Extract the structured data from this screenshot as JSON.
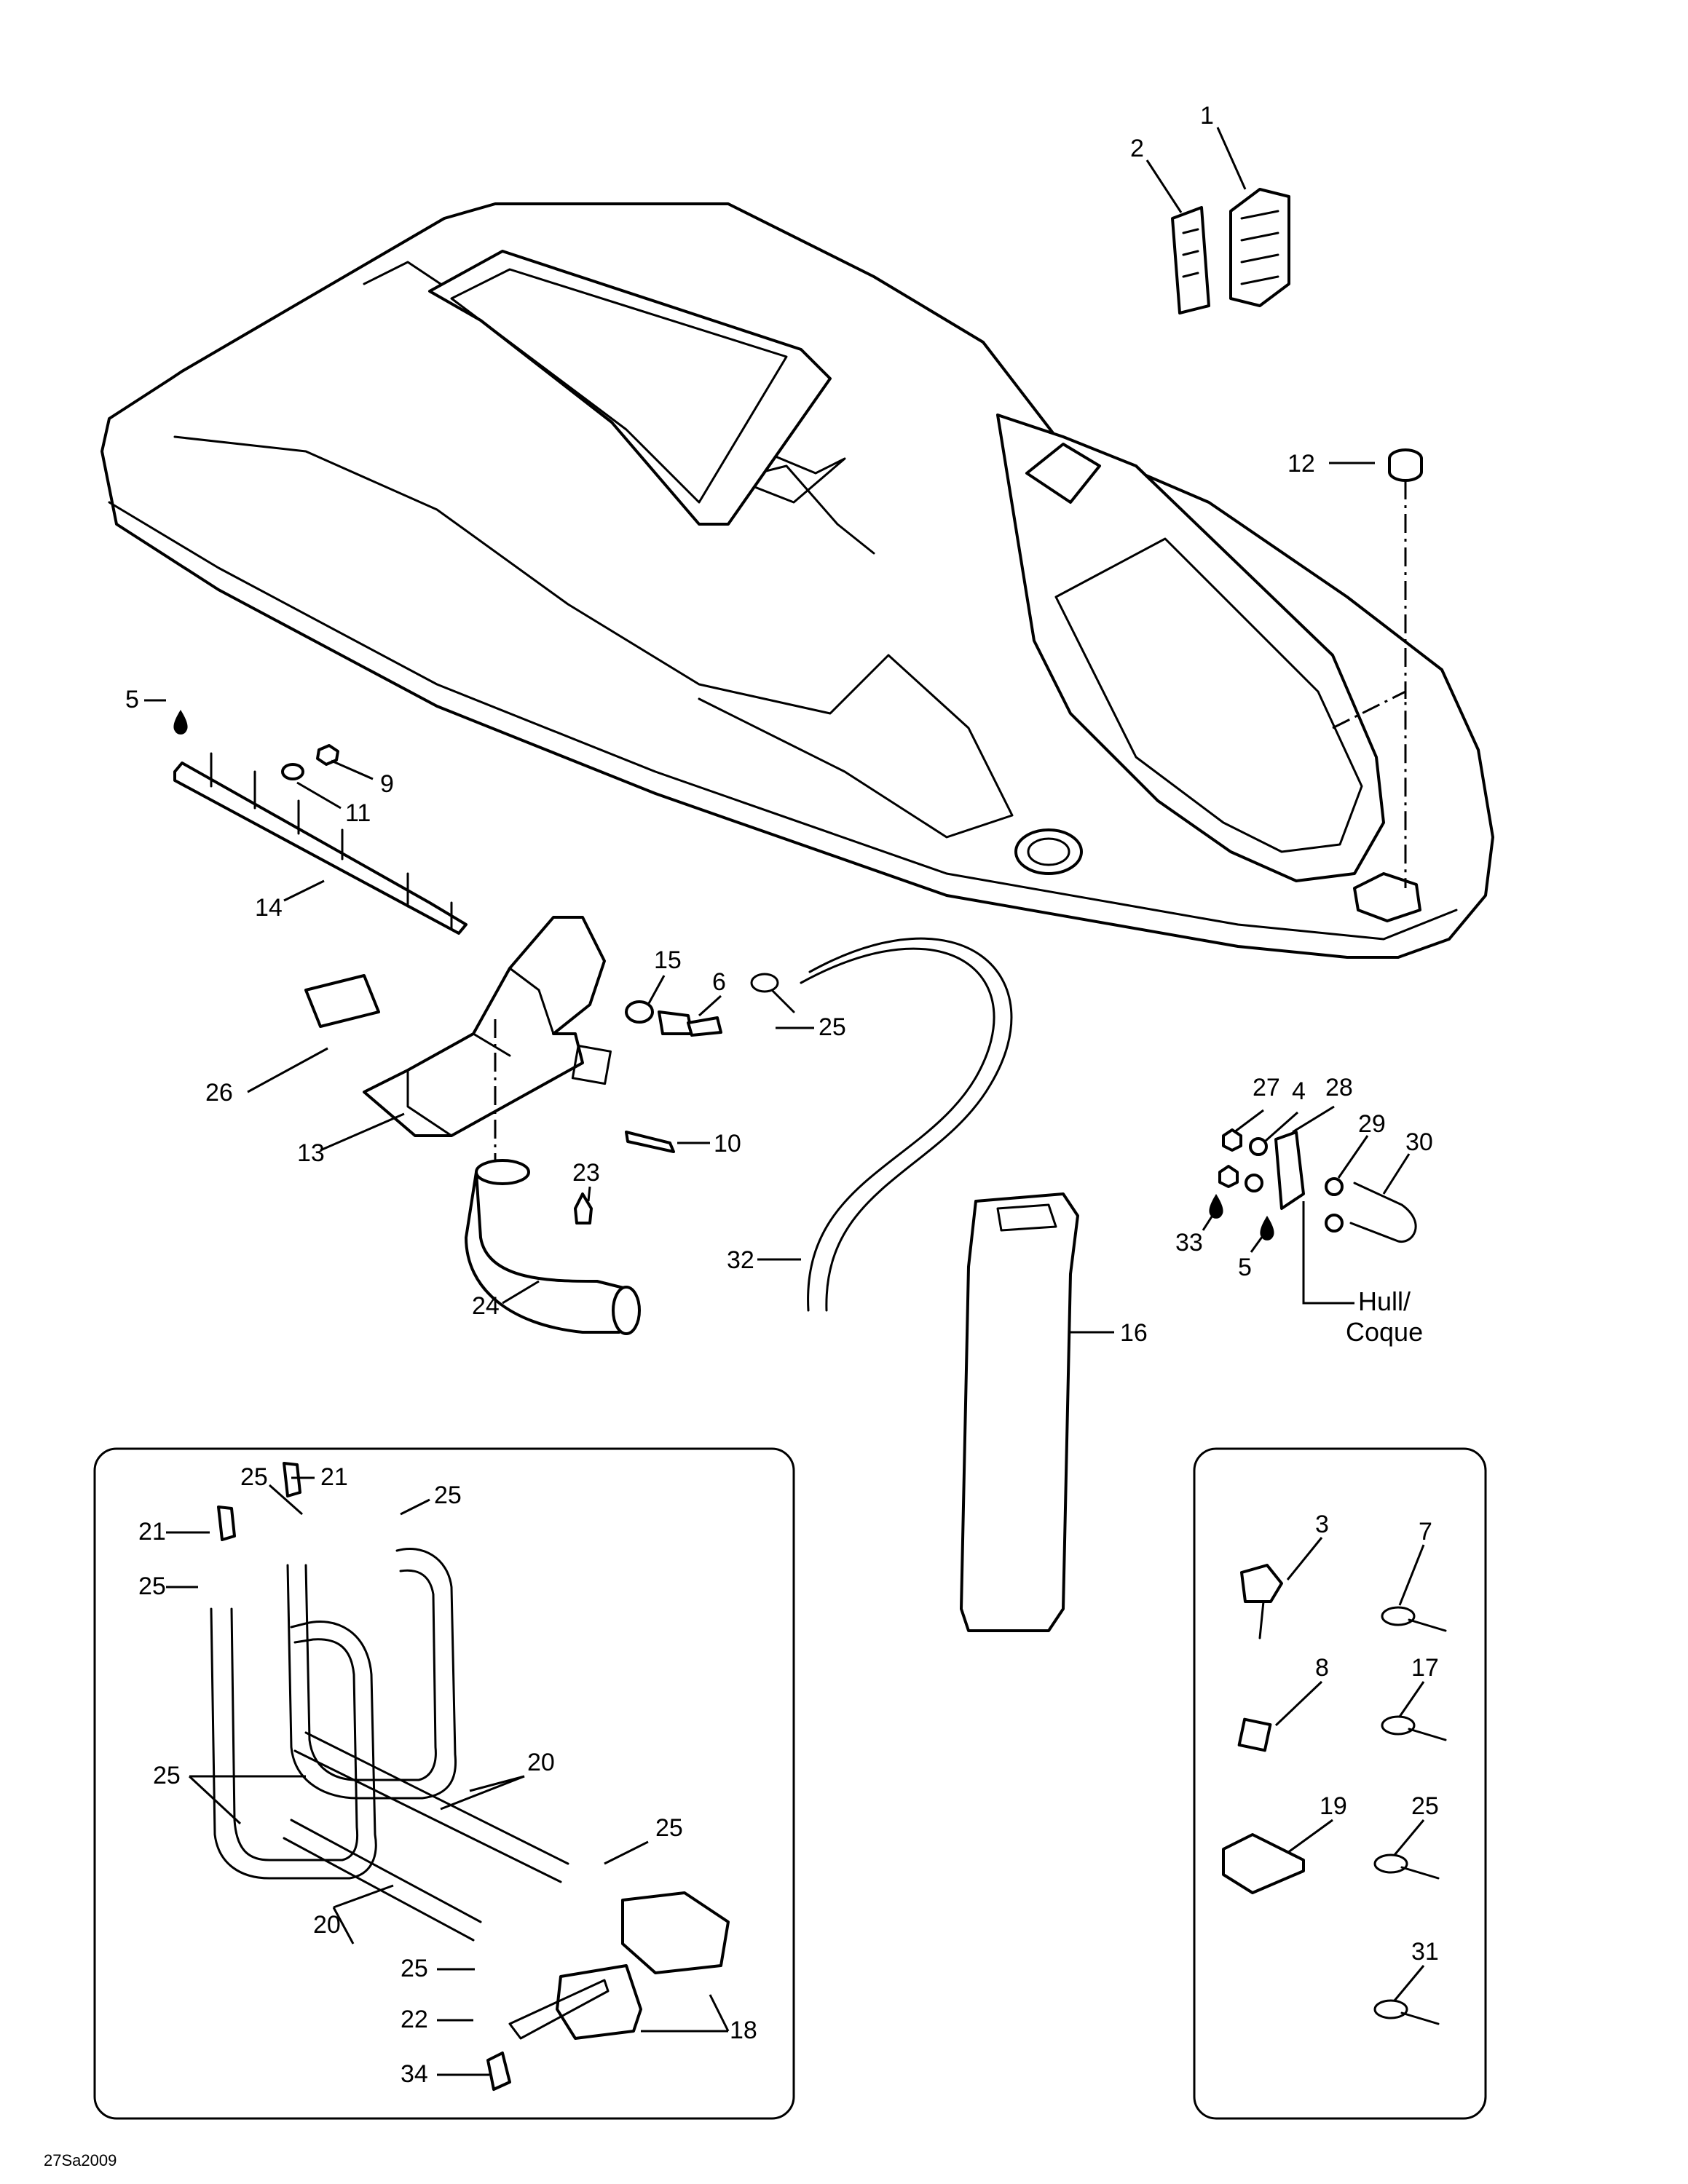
{
  "callouts": {
    "c1": "1",
    "c2": "2",
    "c3": "3",
    "c4": "4",
    "c5a": "5",
    "c5b": "5",
    "c6": "6",
    "c7": "7",
    "c8": "8",
    "c9": "9",
    "c10": "10",
    "c11": "11",
    "c12": "12",
    "c13": "13",
    "c14": "14",
    "c15": "15",
    "c16": "16",
    "c17": "17",
    "c18": "18",
    "c19": "19",
    "c20a": "20",
    "c20b": "20",
    "c21a": "21",
    "c21b": "21",
    "c22": "22",
    "c23": "23",
    "c24": "24",
    "c25a": "25",
    "c25b": "25",
    "c25c": "25",
    "c25d": "25",
    "c25e": "25",
    "c25f": "25",
    "c25g": "25",
    "c25h": "25",
    "c26": "26",
    "c27": "27",
    "c28": "28",
    "c29": "29",
    "c30": "30",
    "c31": "31",
    "c32": "32",
    "c33": "33",
    "c34": "34"
  },
  "hull_label_line1": "Hull/",
  "hull_label_line2": "Coque",
  "drawing_code": "27Sa2009",
  "icons": {
    "sealant_drop": "sealant-drop-icon"
  }
}
